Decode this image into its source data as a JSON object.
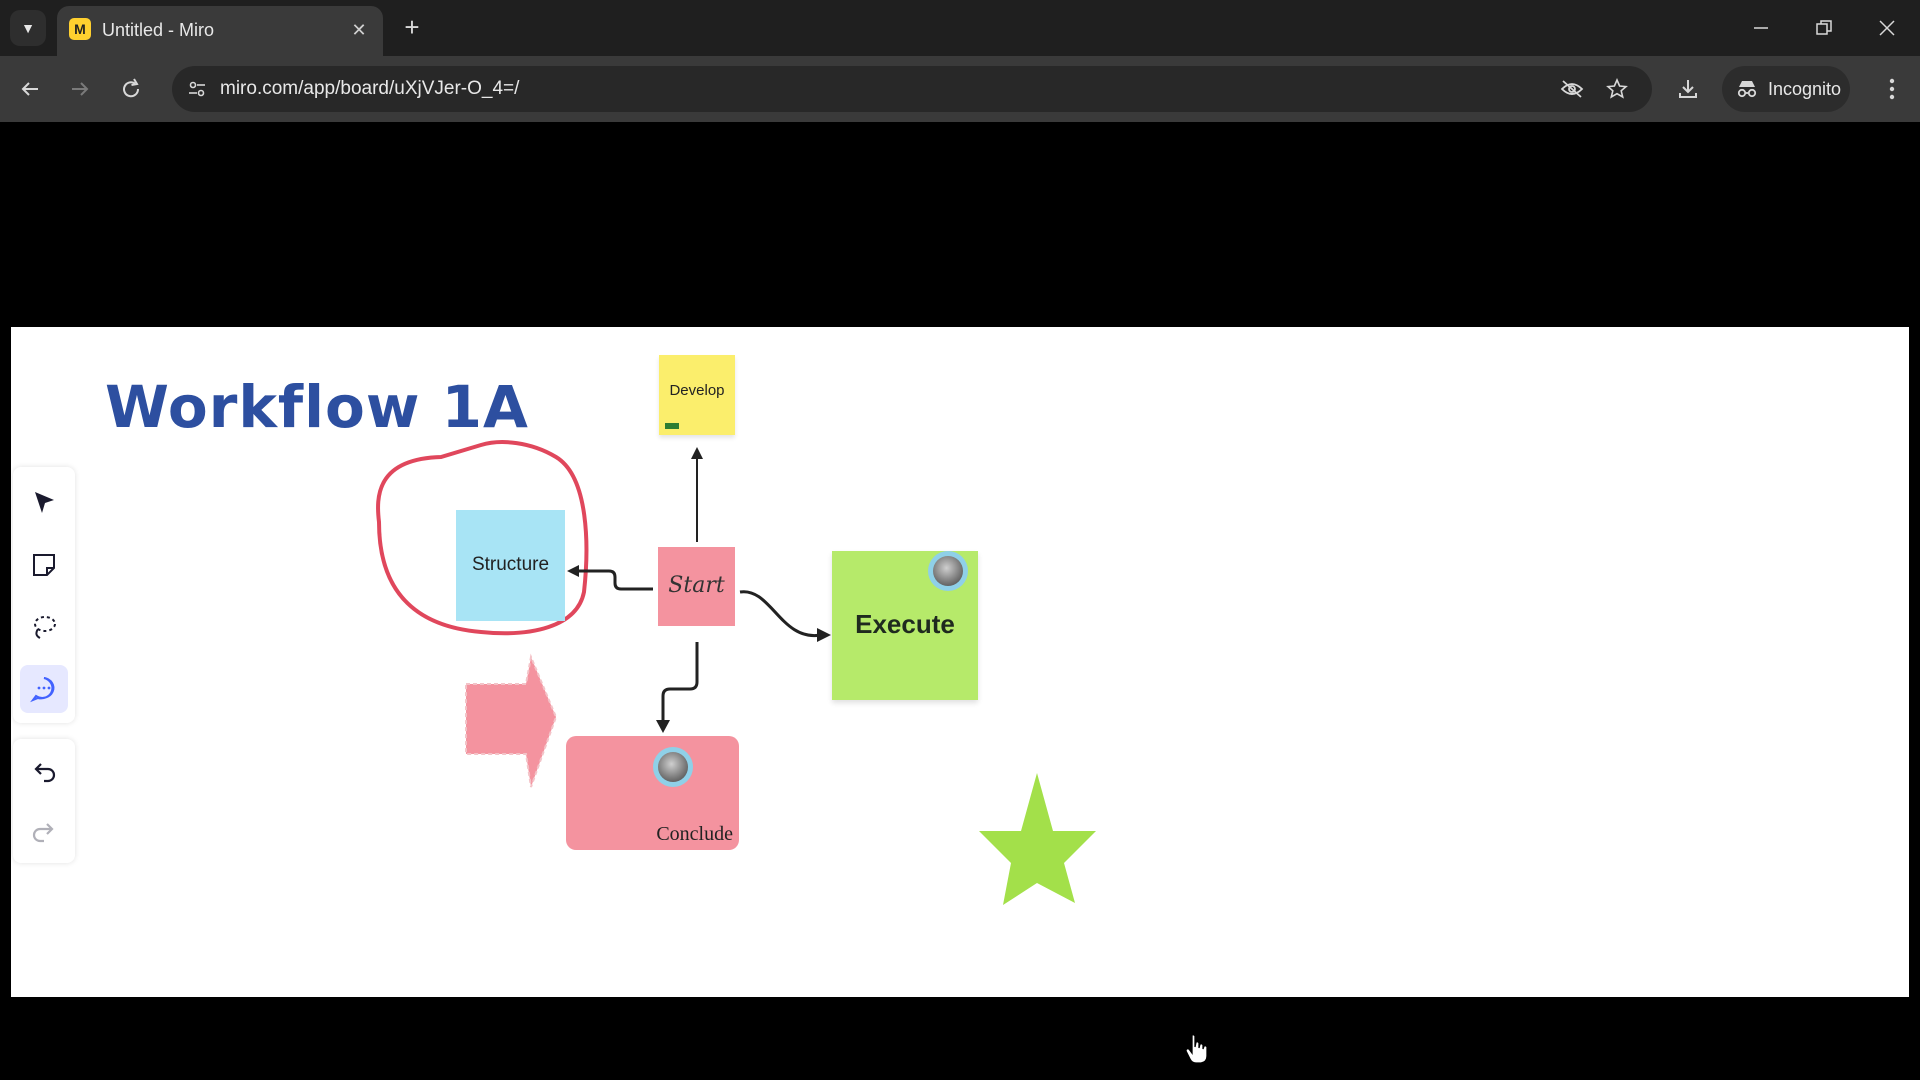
{
  "browser": {
    "tab_title": "Untitled - Miro",
    "tab_favicon_letter": "M",
    "url": "miro.com/app/board/uXjVJer-O_4=/",
    "incognito_label": "Incognito",
    "colors": {
      "tabbar": "#1f1f1f",
      "toolbar": "#3a3a3a",
      "omnibox": "#282828"
    }
  },
  "board": {
    "title": "Workflow 1A",
    "title_color": "#2d4fa0",
    "stickies": {
      "develop": "Develop",
      "structure": "Structure",
      "start": "Start",
      "execute": "Execute",
      "conclude": "Conclude"
    },
    "colors": {
      "yellow": "#fbee6c",
      "blue": "#a8e4f5",
      "pink": "#f4939f",
      "green": "#b6ea6a",
      "circle_stroke": "#e0475c",
      "star": "#a3e04a"
    }
  },
  "left_toolbar": {
    "tools": [
      "select-tool",
      "sticky-note-tool",
      "lasso-tool",
      "comment-tool",
      "undo",
      "redo"
    ],
    "active": "comment-tool"
  }
}
